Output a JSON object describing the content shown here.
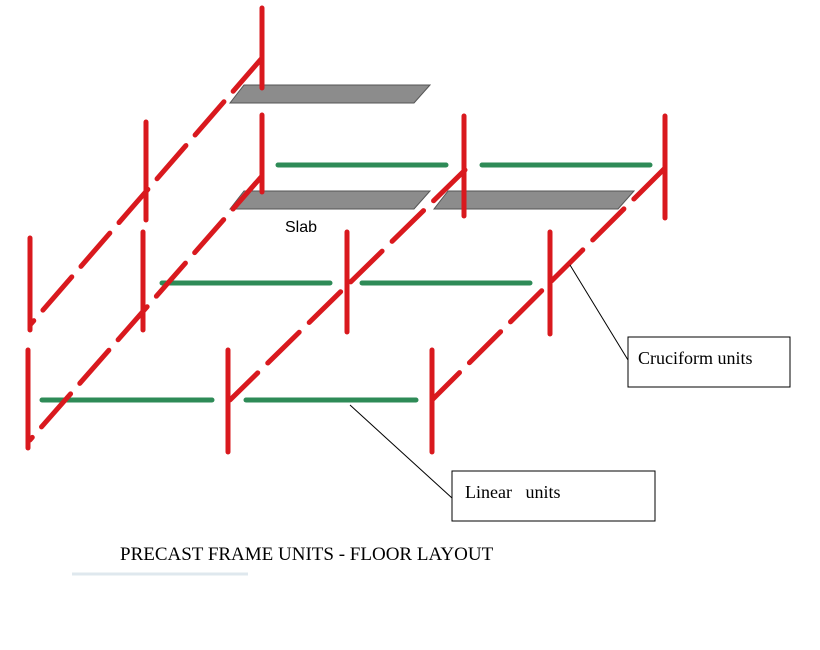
{
  "diagram": {
    "title": "PRECAST FRAME UNITS - FLOOR LAYOUT",
    "labels": {
      "slab": "Slab",
      "cruciform": "Cruciform units",
      "linear": "Linear   units"
    },
    "colors": {
      "cruciform_units": "#d9191e",
      "linear_units": "#2e8b57",
      "slab": "#8c8c8c",
      "slab_outline": "#555555",
      "callout_box": "#000000"
    }
  }
}
